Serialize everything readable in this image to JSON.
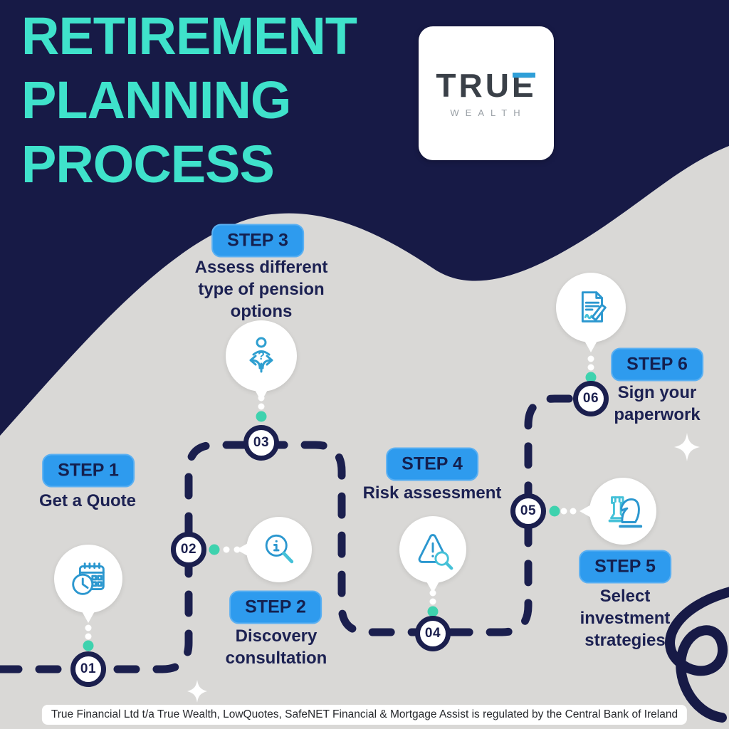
{
  "title": {
    "line1": "RETIREMENT",
    "line2": "PLANNING",
    "line3": "PROCESS"
  },
  "logo": {
    "brand_tru": "TRU",
    "brand_e": "E",
    "subtitle": "WEALTH"
  },
  "steps": [
    {
      "num": "01",
      "badge": "STEP 1",
      "label": "Get a Quote",
      "icon": "calendar-clock-icon"
    },
    {
      "num": "02",
      "badge": "STEP 2",
      "label": "Discovery consultation",
      "icon": "info-magnifier-icon"
    },
    {
      "num": "03",
      "badge": "STEP 3",
      "label": "Assess different type of pension options",
      "icon": "decision-paths-icon"
    },
    {
      "num": "04",
      "badge": "STEP 4",
      "label": "Risk assessment",
      "icon": "risk-alert-magnifier-icon"
    },
    {
      "num": "05",
      "badge": "STEP 5",
      "label": "Select investment strategies",
      "icon": "chess-strategy-icon"
    },
    {
      "num": "06",
      "badge": "STEP 6",
      "label": "Sign your paperwork",
      "icon": "sign-paperwork-icon"
    }
  ],
  "footer": {
    "disclaimer": "True Financial Ltd t/a True Wealth, LowQuotes, SafeNET Financial & Mortgage Assist is regulated by the Central Bank of Ireland"
  },
  "colors": {
    "navy": "#171a46",
    "title_teal": "#3fe2cb",
    "background_gray": "#d9d8d6",
    "badge_blue": "#2e9bee",
    "icon_blue": "#2b97cf",
    "icon_teal": "#45c1d8",
    "connector_dot_teal": "#3ed2ae",
    "logo_accent_blue": "#2f9fd8"
  }
}
